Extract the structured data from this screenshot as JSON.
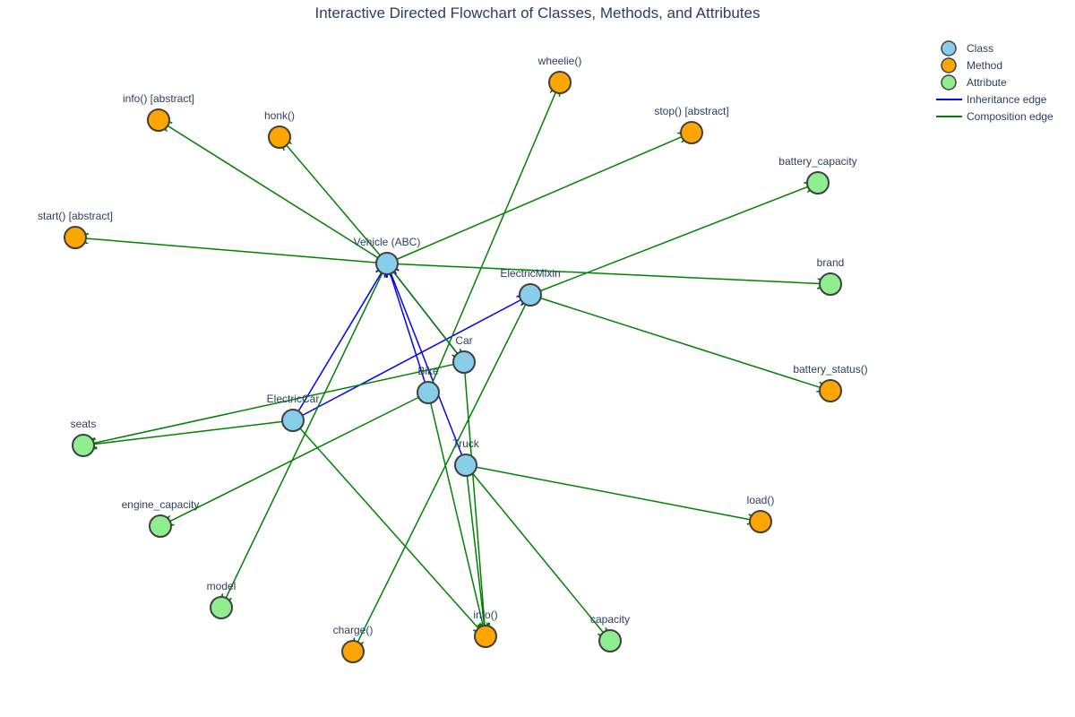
{
  "title": "Interactive Directed Flowchart of Classes, Methods, and Attributes",
  "colors": {
    "class": "#87ceeb",
    "method": "#ffa500",
    "attribute": "#90ee90",
    "node_stroke": "#404040",
    "inheritance": "#0000ff",
    "composition": "#008000",
    "text": "#2a3f5f"
  },
  "legend": [
    {
      "kind": "class",
      "label": "Class"
    },
    {
      "kind": "method",
      "label": "Method"
    },
    {
      "kind": "attribute",
      "label": "Attribute"
    },
    {
      "kind": "inheritance",
      "label": "Inheritance edge"
    },
    {
      "kind": "composition",
      "label": "Composition edge"
    }
  ],
  "nodes": [
    {
      "id": "vehicle",
      "label": "Vehicle (ABC)",
      "kind": "class"
    },
    {
      "id": "car",
      "label": "Car",
      "kind": "class"
    },
    {
      "id": "bike",
      "label": "Bike",
      "kind": "class"
    },
    {
      "id": "truck",
      "label": "Truck",
      "kind": "class"
    },
    {
      "id": "electricmixin",
      "label": "ElectricMixin",
      "kind": "class"
    },
    {
      "id": "electriccar",
      "label": "ElectricCar",
      "kind": "class"
    },
    {
      "id": "info_abs",
      "label": "info() [abstract]",
      "kind": "method"
    },
    {
      "id": "honk",
      "label": "honk()",
      "kind": "method"
    },
    {
      "id": "wheelie",
      "label": "wheelie()",
      "kind": "method"
    },
    {
      "id": "stop_abs",
      "label": "stop() [abstract]",
      "kind": "method"
    },
    {
      "id": "start_abs",
      "label": "start() [abstract]",
      "kind": "method"
    },
    {
      "id": "battery_status",
      "label": "battery_status()",
      "kind": "method"
    },
    {
      "id": "load",
      "label": "load()",
      "kind": "method"
    },
    {
      "id": "charge",
      "label": "charge()",
      "kind": "method"
    },
    {
      "id": "info",
      "label": "info()",
      "kind": "method"
    },
    {
      "id": "battery_capacity",
      "label": "battery_capacity",
      "kind": "attribute"
    },
    {
      "id": "brand",
      "label": "brand",
      "kind": "attribute"
    },
    {
      "id": "seats",
      "label": "seats",
      "kind": "attribute"
    },
    {
      "id": "engine_capacity",
      "label": "engine_capacity",
      "kind": "attribute"
    },
    {
      "id": "model",
      "label": "model",
      "kind": "attribute"
    },
    {
      "id": "capacity",
      "label": "capacity",
      "kind": "attribute"
    }
  ],
  "edges": [
    {
      "from": "car",
      "to": "vehicle",
      "type": "inheritance"
    },
    {
      "from": "bike",
      "to": "vehicle",
      "type": "inheritance"
    },
    {
      "from": "truck",
      "to": "vehicle",
      "type": "inheritance"
    },
    {
      "from": "electriccar",
      "to": "vehicle",
      "type": "inheritance"
    },
    {
      "from": "electriccar",
      "to": "electricmixin",
      "type": "inheritance"
    },
    {
      "from": "vehicle",
      "to": "info_abs",
      "type": "composition"
    },
    {
      "from": "vehicle",
      "to": "honk",
      "type": "composition"
    },
    {
      "from": "vehicle",
      "to": "stop_abs",
      "type": "composition"
    },
    {
      "from": "vehicle",
      "to": "start_abs",
      "type": "composition"
    },
    {
      "from": "vehicle",
      "to": "brand",
      "type": "composition"
    },
    {
      "from": "vehicle",
      "to": "model",
      "type": "composition"
    },
    {
      "from": "vehicle",
      "to": "car",
      "type": "composition"
    },
    {
      "from": "bike",
      "to": "wheelie",
      "type": "composition"
    },
    {
      "from": "bike",
      "to": "engine_capacity",
      "type": "composition"
    },
    {
      "from": "bike",
      "to": "info",
      "type": "composition"
    },
    {
      "from": "car",
      "to": "seats",
      "type": "composition"
    },
    {
      "from": "car",
      "to": "info",
      "type": "composition"
    },
    {
      "from": "electricmixin",
      "to": "battery_capacity",
      "type": "composition"
    },
    {
      "from": "electricmixin",
      "to": "battery_status",
      "type": "composition"
    },
    {
      "from": "electricmixin",
      "to": "charge",
      "type": "composition"
    },
    {
      "from": "electriccar",
      "to": "seats",
      "type": "composition"
    },
    {
      "from": "electriccar",
      "to": "info",
      "type": "composition"
    },
    {
      "from": "truck",
      "to": "load",
      "type": "composition"
    },
    {
      "from": "truck",
      "to": "capacity",
      "type": "composition"
    },
    {
      "from": "truck",
      "to": "info",
      "type": "composition"
    }
  ]
}
